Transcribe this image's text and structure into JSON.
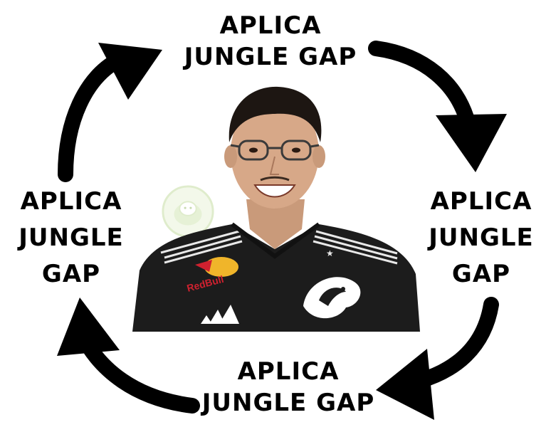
{
  "captions": {
    "top": "APLICA\nJUNGLE GAP",
    "right": "APLICA\nJUNGLE\nGAP",
    "bottom": "APLICA\nJUNGLE GAP",
    "left": "APLICA\nJUNGLE\nGAP"
  },
  "photo": {
    "subject": "smiling young man with glasses in black team jersey",
    "sponsor_text": "RedBull",
    "jersey_color": "#1a1a1a"
  },
  "icons": {
    "cycle_arrows": "curved-arrow-icon",
    "watermark": "sheep-logo-icon"
  },
  "colors": {
    "background": "#ffffff",
    "text": "#000000",
    "arrow": "#000000"
  }
}
